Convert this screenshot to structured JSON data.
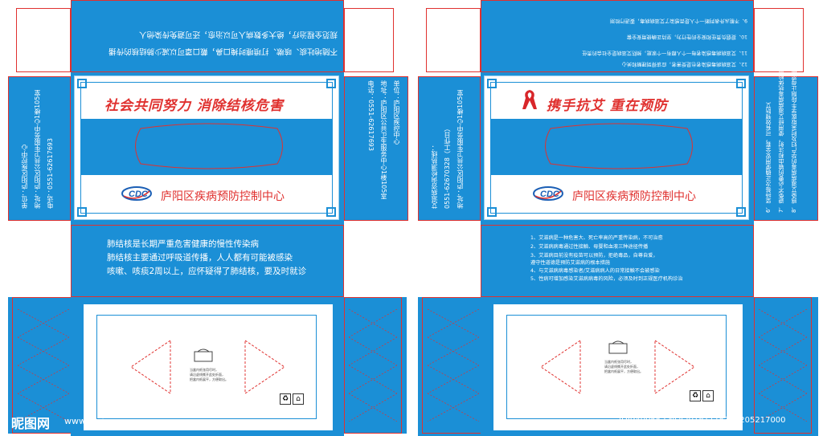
{
  "left_box": {
    "slogan": "社会共同努力 消除结核危害",
    "org_name": "庐阳区疾病预防控制中心",
    "logo_text": "CDC",
    "top_flap_lines": [
      "不随地吐痰、咳嗽、打喷嚏时掩口鼻，戴口罩可以减少肺结核的传播",
      "规范全程治疗，绝大多数病人可以治愈，还可避免传染他人"
    ],
    "side_left": [
      "单位：庐阳区疾控中心",
      "地址：庐阳区公共卫生服务中心1楼105室",
      "电话：0551-62617693"
    ],
    "side_right": [
      "单位：庐阳区疾控中心",
      "地址：庐阳区公共卫生服务中心1楼105室",
      "电话：0551-62617693"
    ],
    "info_lines": [
      "肺结核是长期严重危害健康的慢性传染病",
      "肺结核主要通过呼吸道传播，人人都有可能被感染",
      "咳嗽、咳痰2周以上，应怀疑得了肺结核，要及时就诊"
    ],
    "bottom_note": [
      "当盒内纸张用尽时，",
      "请沿虚线撕开此处折面，",
      "把盒内纸展平，方便取出。"
    ]
  },
  "right_box": {
    "slogan": "携手抗艾 重在预防",
    "org_name": "庐阳区疾病预防控制中心",
    "logo_text": "CDC",
    "top_flap_lines": [
      "12、艾滋病病毒感染者也是受害者，应该得到理解和关心",
      "11、艾滋病病毒感染者每一个人都有一个家庭，预防艾滋病是全社会的责任",
      "10、提倡负责任和安全的性行为，坚持正确使用安全套",
      "9、不能从外表判断一个人是否感染了艾滋病病毒，要进行检测"
    ],
    "side_left": [
      "艾滋病咨询检测热线：",
      "0551-62670328（工作日）",
      "地址：庐阳区公共卫生服务中心1楼105室"
    ],
    "side_right": [
      "6、坚持每次正确使用安全套，可有效预防艾",
      "7、避免不必要的输血和注射，使用经艾滋病病毒抗体检测的血液和血液制品",
      "8、感染艾滋病病毒的孕产妇及时采取医学手段阻止母婴传播"
    ],
    "info_lines": [
      "1、艾滋病是一种危害大、死亡率高的严重传染病，不可治愈",
      "2、艾滋病病毒通过性接触、母婴和血液三种途径传播",
      "3、艾滋病目前没有疫苗可以预防，拒绝毒品，自尊自爱，",
      "    遵守性道德是预防艾滋病的根本措施",
      "4、与艾滋病病毒感染者/艾滋病病人的日常接触不会被感染",
      "5、性病可增加感染艾滋病病毒的风险，必须及时到正规医疗机构诊治"
    ],
    "bottom_note": [
      "当盒内纸张用尽时，",
      "请沿虚线撕开此处折面，",
      "把盒内纸展平，方便取出。"
    ]
  },
  "watermark": {
    "site": "昵图网",
    "url": "www.nipic.com",
    "id_text": "ID:9400662 NO:20181116104205217000"
  },
  "colors": {
    "panel_blue": "#1b8fd6",
    "band_blue": "#1b8fd6",
    "accent_red": "#e0312f",
    "ribbon_red": "#d8262a"
  }
}
